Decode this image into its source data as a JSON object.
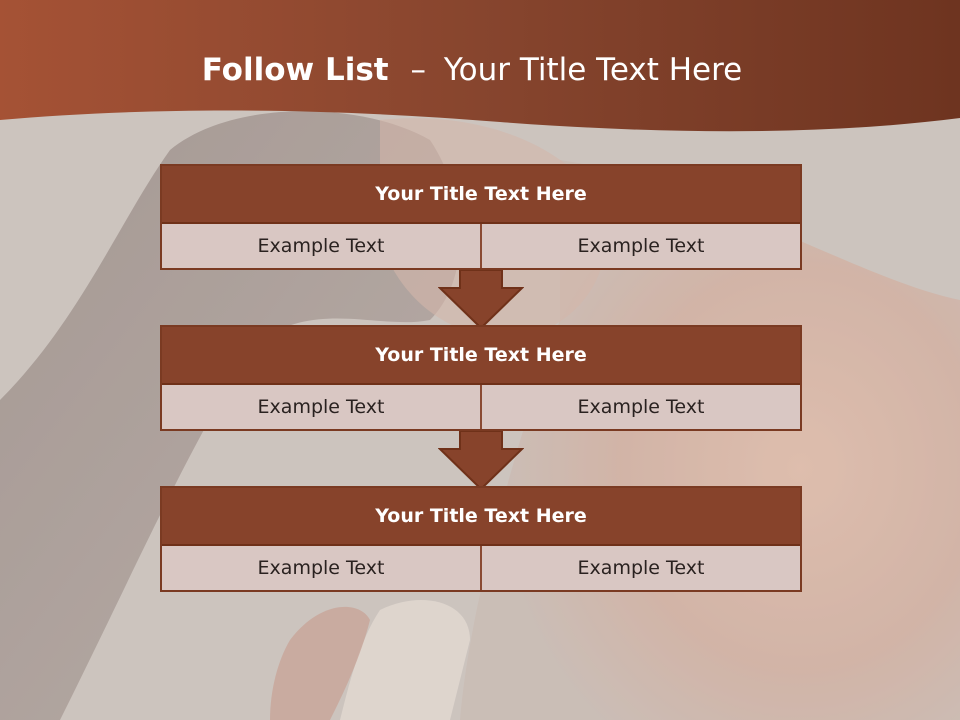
{
  "title": {
    "strong": "Follow List",
    "separator": "–",
    "light": "Your Title Text Here"
  },
  "steps": [
    {
      "title": "Your Title Text Here",
      "left": "Example Text",
      "right": "Example Text"
    },
    {
      "title": "Your Title Text Here",
      "left": "Example Text",
      "right": "Example Text"
    },
    {
      "title": "Your Title Text Here",
      "left": "Example Text",
      "right": "Example Text"
    }
  ],
  "icons": {
    "connector": "down-arrow-icon"
  },
  "colors": {
    "header_band": "#8a442c",
    "box_header": "#87432b",
    "box_cell": "#d9c7c3",
    "arrow": "#87432b",
    "background": "#cbc3bd"
  }
}
